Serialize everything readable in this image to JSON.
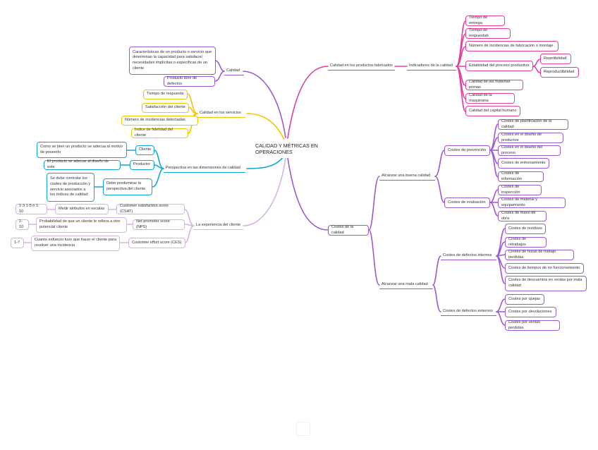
{
  "root": "CALIDAD Y MÉTRICAS EN OPERACIONES",
  "calidad": {
    "label": "Calidad",
    "definicion": "Características de un producto o servicio que determinan la capacidad para satisfacer necesidades implícitas o específicas de un cliente",
    "producto": "Producto libre de defectos"
  },
  "servicios": {
    "label": "Calidad en los servicios",
    "items": [
      "Tiempo de respuesta",
      "Satisfacción del cliente",
      "Número de incidencias detectadas",
      "Índice de fidelidad del cliente"
    ]
  },
  "perspectiva": {
    "label": "Perspectiva en las dimensiones de calidad",
    "cliente": "Cliente",
    "cliente_desc": "Como se bien un producto se adecua al motivo de poseerlo",
    "productor": "Productor",
    "productor_desc": "El producto se adecue al diseño de este",
    "debe": "Debe predominar la perspectiva del cliente",
    "debe_desc": "Se debe controlar los costes de producción y servicio asociados a los índices de calidad"
  },
  "experiencia": {
    "label": "La experiencia del cliente",
    "csat": "Customer satisfaction score (CSAT)",
    "csat_desc": "Medir atributos en escalas",
    "csat_scale": "1-3 1-5 o 1-10",
    "nps": "Net promoter score (NPS)",
    "nps_desc": "Probabilidad de que un cliente le refiera a otro potencial cliente",
    "nps_scale": "1-10",
    "ces": "Customer effort score (CES)",
    "ces_desc": "Cuanto esfuerzo tuvo que hacer el cliente para resolver una incidencia",
    "ces_scale": "1-7"
  },
  "fabricados": {
    "label": "Calidad en los productos fabricados",
    "indicadores": "Indicadores de la calidad",
    "items": [
      "Tiempo de entrega",
      "Tiempo de respuestab",
      "Número de incidencias de fabricación o montaje",
      "Estabilidad del proceso productivo",
      "Calidad de las materias primas",
      "Calidad de la maquinaria",
      "Calidad del capital humano"
    ],
    "sub": [
      "Repetibilidad",
      "Reproductibilidad"
    ]
  },
  "costes": {
    "label": "Costes de la calidad",
    "buena": "Alcanzar una buena calidad",
    "prevencion": "Costes de prevención",
    "prevencion_items": [
      "Costes de planificación de la calidad",
      "Costes en el diseño de productos",
      "Costes en el diseño del proceso",
      "Costes de entrenamiento",
      "Costes de información"
    ],
    "evaluacion": "Costes de evaluación",
    "evaluacion_items": [
      "Costes de inspección",
      "Costes de material y equipamiento",
      "Costes de mano de obra"
    ],
    "mala": "Alcanzar una mala calidad",
    "internos": "Costes de defectos internos",
    "internos_items": [
      "Costes de residuos",
      "Costes de retrabajos",
      "Costes de horas de trabajo perdidas",
      "Costes de tiempos de no funcionamiento",
      "Costes de descuentos en ventas por mala calidad"
    ],
    "externos": "Costes de defectos externos",
    "externos_items": [
      "Costes por quejas",
      "Costes por devoluciones",
      "Costes por ventas perdidas"
    ]
  },
  "colors": {
    "purple": "#9b59d0",
    "pink": "#e0409a",
    "yellow": "#f2c500",
    "blue": "#12a4d4",
    "lilac": "#d4b3e6"
  }
}
